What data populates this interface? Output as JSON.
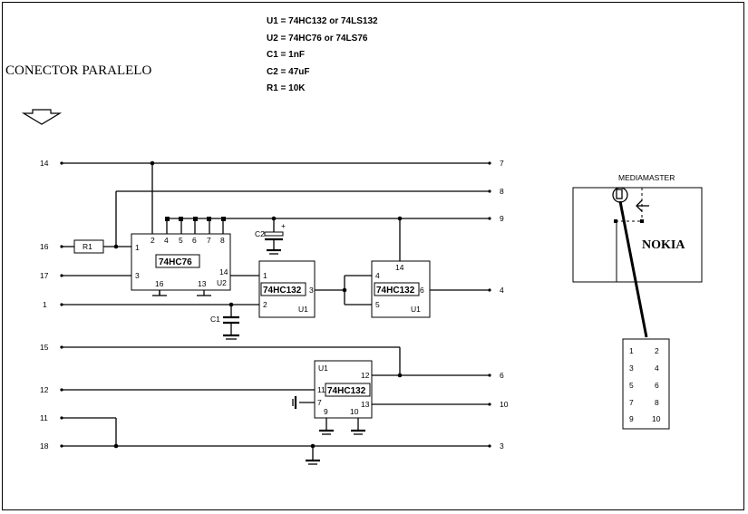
{
  "title": "CONECTOR PARALELO",
  "notes": [
    "U1 = 74HC132 or 74LS132",
    "U2 = 74HC76 or 74LS76",
    "C1 = 1nF",
    "C2 = 47uF",
    "R1 = 10K"
  ],
  "parallel_pins_left": [
    "14",
    "16",
    "17",
    "1",
    "15",
    "12",
    "11",
    "18"
  ],
  "parallel_pins_right": [
    "7",
    "8",
    "9",
    "4",
    "6",
    "10",
    "3"
  ],
  "u2": {
    "part": "74HC76",
    "ref": "U2",
    "pins_top": [
      "2",
      "4",
      "5",
      "6",
      "7",
      "8"
    ],
    "pin_left_top": "1",
    "pin_left_bottom": "3",
    "pins_bottom": [
      "16",
      "13"
    ],
    "pin_right": "14"
  },
  "u1a": {
    "part": "74HC132",
    "ref": "U1",
    "pin_in1": "1",
    "pin_in2": "2",
    "pin_out": "3"
  },
  "u1b": {
    "part": "74HC132",
    "ref": "U1",
    "pin_vcc": "14",
    "pin_in1": "4",
    "pin_in2": "5",
    "pin_out": "6"
  },
  "u1c": {
    "part": "74HC132",
    "ref": "U1",
    "pin_out": "12",
    "pin_in1": "11",
    "pin_in2": "7",
    "pin_out2": "13",
    "pin_gnd1": "9",
    "pin_gnd2": "10"
  },
  "r1": {
    "label": "R1"
  },
  "c1": {
    "label": "C1"
  },
  "c2": {
    "label": "C2",
    "polarity": "+"
  },
  "phone": {
    "caption": "MEDIAMASTER",
    "brand": "NOKIA"
  },
  "connector_pins": [
    [
      "1",
      "2"
    ],
    [
      "3",
      "4"
    ],
    [
      "5",
      "6"
    ],
    [
      "7",
      "8"
    ],
    [
      "9",
      "10"
    ]
  ]
}
